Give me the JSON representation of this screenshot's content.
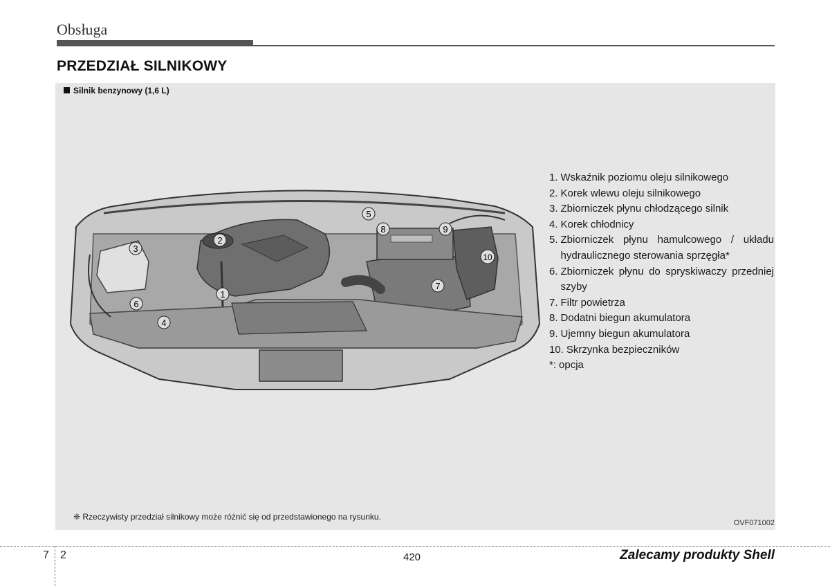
{
  "header": {
    "section": "Obsługa",
    "title": "PRZEDZIAŁ SILNIKOWY"
  },
  "figure": {
    "variant_label": "Silnik benzynowy (1,6 L)",
    "callouts": [
      "1",
      "2",
      "3",
      "4",
      "5",
      "6",
      "7",
      "8",
      "9",
      "10"
    ],
    "legend": [
      {
        "num": "1.",
        "text": "Wskaźnik poziomu oleju silnikowego"
      },
      {
        "num": "2.",
        "text": "Korek wlewu oleju silnikowego"
      },
      {
        "num": "3.",
        "text": "Zbiorniczek płynu chłodzącego silnik"
      },
      {
        "num": "4.",
        "text": "Korek chłodnicy"
      },
      {
        "num": "5.",
        "text": "Zbiorniczek płynu hamulcowego / układu hydraulicznego sterowania sprzęgła*"
      },
      {
        "num": "6.",
        "text": "Zbiorniczek płynu do spryskiwaczy przedniej szyby"
      },
      {
        "num": "7.",
        "text": "Filtr powietrza"
      },
      {
        "num": "8.",
        "text": "Dodatni biegun akumulatora"
      },
      {
        "num": "9.",
        "text": "Ujemny biegun akumulatora"
      },
      {
        "num": "10.",
        "text": "Skrzynka bezpieczników"
      },
      {
        "num": "*:",
        "text": "opcja"
      }
    ],
    "footnote": "❈ Rzeczywisty przedział silnikowy może różnić się od przedstawionego na rysunku.",
    "code": "OVF071002"
  },
  "footer": {
    "chapter": "7",
    "page_in_chapter": "2",
    "page_number": "420",
    "brand": "Zalecamy produkty Shell"
  }
}
